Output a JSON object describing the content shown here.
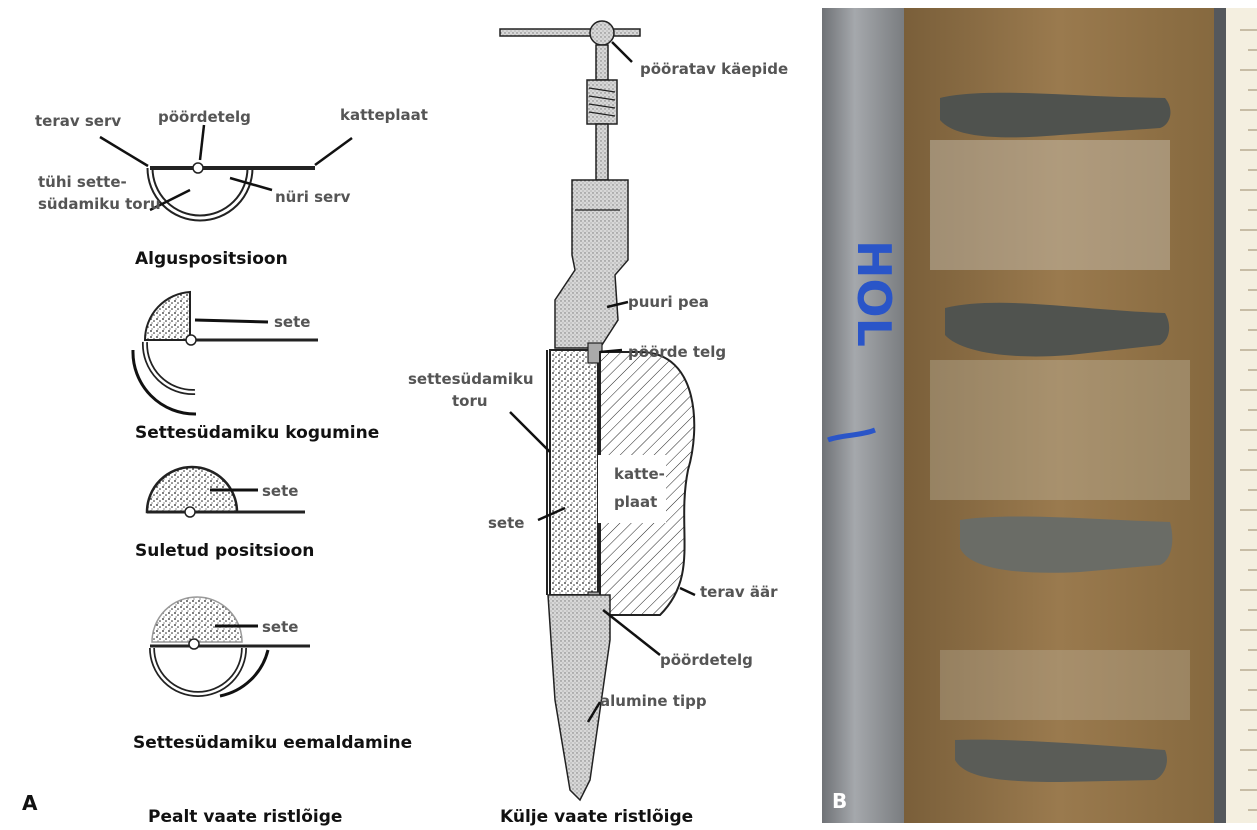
{
  "panel_a": {
    "letter": "A",
    "top_view": {
      "caption": "Pealt vaate ristlõige",
      "start": {
        "title": "Alguspositsioon",
        "labels": {
          "axis": "pöördetelg",
          "sharp_edge": "terav serv",
          "cover_plate": "katteplaat",
          "empty_tube_line1": "tühi sette-",
          "empty_tube_line2": "südamiku toru",
          "blunt_edge": "nüri serv"
        }
      },
      "collecting": {
        "title": "Settesüdamiku kogumine",
        "sediment": "sete"
      },
      "closed": {
        "title": "Suletud positsioon",
        "sediment": "sete"
      },
      "removing": {
        "title": "Settesüdamiku eemaldamine",
        "sediment": "sete"
      }
    },
    "side_view": {
      "caption": "Külje vaate ristlõige",
      "labels": {
        "handle": "pööratav käepide",
        "drill_head": "puuri pea",
        "pivot_axis": "pöörde telg",
        "core_tube_line1": "settesüdamiku",
        "core_tube_line2": "toru",
        "cover_line1": "katte-",
        "cover_line2": "plaat",
        "sediment": "sete",
        "sharp_edge": "terav äär",
        "axis_bottom": "pöördetelg",
        "lower_tip": "alumine tipp"
      }
    }
  },
  "panel_b": {
    "letter": "B",
    "tube_text": "HOL"
  },
  "colors": {
    "photo_mud": "#8f7045",
    "core_sample": "#5e6058",
    "tube_gray": "#8c8f93",
    "ruler": "#f4efe0",
    "ink_blue": "#2a55c8"
  }
}
